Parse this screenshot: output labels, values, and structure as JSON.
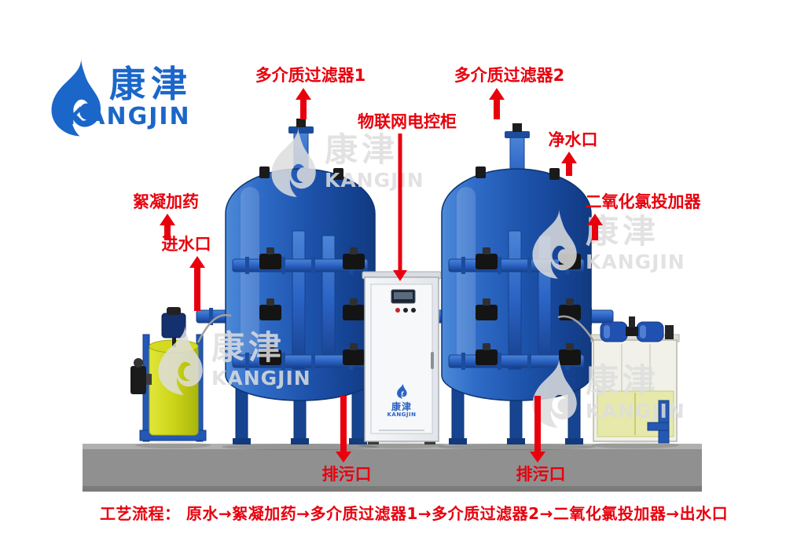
{
  "logo": {
    "cn": "康津",
    "en": "KANGJIN"
  },
  "watermark": {
    "cn": "康津",
    "en": "KANGJIN"
  },
  "annotations": {
    "filter1": "多介质过滤器1",
    "filter2": "多介质过滤器2",
    "control_cabinet": "物联网电控柜",
    "clean_water_outlet": "净水口",
    "flocculant_dosing": "絮凝加药",
    "water_inlet": "进水口",
    "chlorine_dioxide_doser": "二氧化氯投加器",
    "drain_outlet_left": "排污口",
    "drain_outlet_right": "排污口"
  },
  "process_flow": "工艺流程： 原水→絮凝加药→多介质过滤器1→多介质过滤器2→二氧化氯投加器→出水口",
  "colors": {
    "label_red": "#e8000d",
    "brand_blue": "#1b66c9",
    "tank_blue": "#1d53ab",
    "dosing_yellow": "#ccd416",
    "platform_gray": "#909090"
  }
}
